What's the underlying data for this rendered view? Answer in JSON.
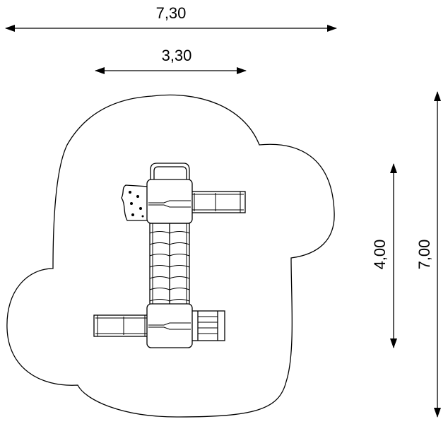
{
  "dimensions": {
    "overall_width": "7,30",
    "equipment_width": "3,30",
    "equipment_length": "4,00",
    "overall_length": "7,00"
  },
  "colors": {
    "line": "#000000",
    "background": "#ffffff"
  }
}
